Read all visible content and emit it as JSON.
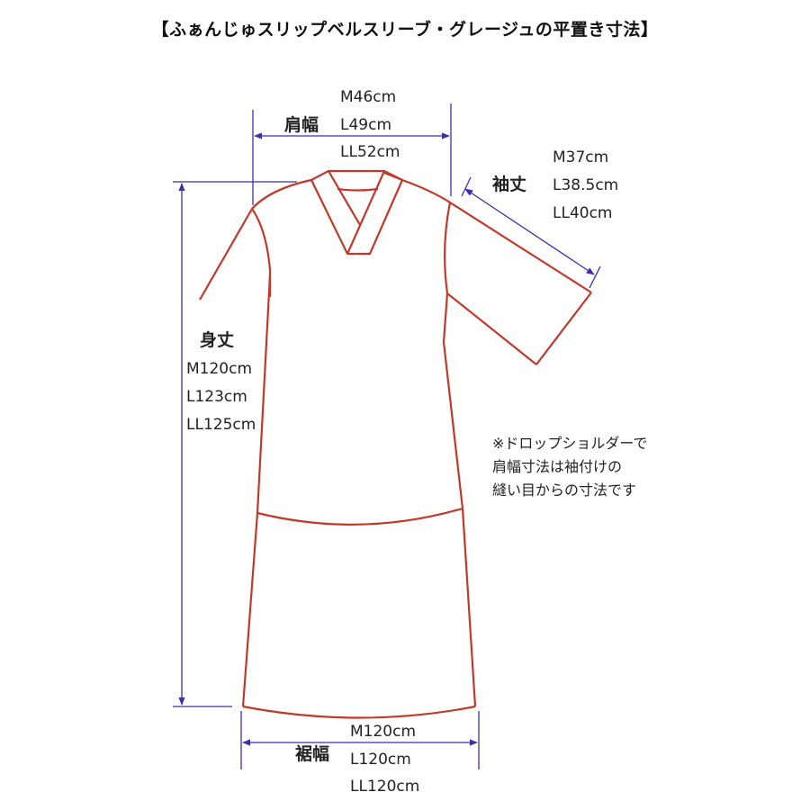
{
  "title": "【ふぁんじゅスリップベルスリーブ・グレージュの平置き寸法】",
  "colors": {
    "garment_outline": "#c0392b",
    "dimension_line": "#3a2fb0",
    "text": "#222222",
    "background": "#ffffff"
  },
  "measurements": {
    "shoulder_width": {
      "label": "肩幅",
      "values": [
        "M46cm",
        "L49cm",
        "LL52cm"
      ]
    },
    "sleeve_length": {
      "label": "袖丈",
      "values": [
        "M37cm",
        "L38.5cm",
        "LL40cm"
      ]
    },
    "body_length": {
      "label": "身丈",
      "values": [
        "M120cm",
        "L123cm",
        "LL125cm"
      ]
    },
    "hem_width": {
      "label": "裾幅",
      "values": [
        "M120cm",
        "L120cm",
        "LL120cm"
      ]
    }
  },
  "note": {
    "lines": [
      "※ドロップショルダーで",
      "肩幅寸法は袖付けの",
      "縫い目からの寸法です"
    ]
  }
}
